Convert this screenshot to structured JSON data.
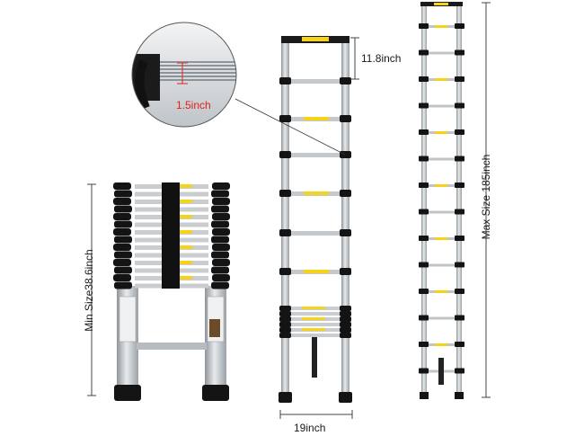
{
  "labels": {
    "step_gap": "11.8inch",
    "step_width": "1.5inch",
    "min_size": "Min Size38.6inch",
    "max_size": "Max Size 185inch",
    "base_width": "19inch"
  },
  "colors": {
    "aluminum": "#cfd3d6",
    "aluminum_dark": "#9aa0a5",
    "black": "#141414",
    "yellow": "#f5d21b",
    "dimension_line": "#444444",
    "callout_red": "#e02020"
  },
  "icons": [
    "ladder-collapsed-image",
    "ladder-partial-image",
    "ladder-extended-image",
    "rung-zoom-inset"
  ]
}
